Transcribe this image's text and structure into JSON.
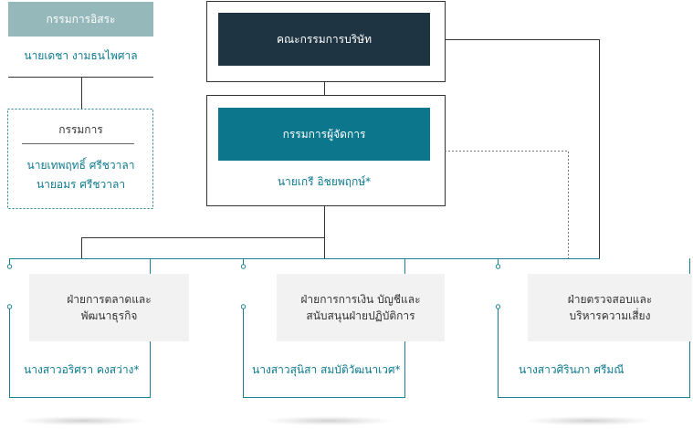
{
  "independent_directors": {
    "title": "กรรมการอิสระ",
    "chairman": "นายเดชา งามธนไพศาล",
    "member_label": "กรรมการ",
    "members": [
      "นายเทพฤทธิ์ ศรีชวาลา",
      "นายอมร ศรีชวาลา"
    ]
  },
  "board": {
    "title": "คณะกรรมการบริษัท"
  },
  "md": {
    "title": "กรรมการผู้จัดการ",
    "name": "นายเกรี อิชยพฤกษ์*"
  },
  "departments": [
    {
      "title_lines": [
        "ฝ่ายการตลาดและ",
        "พัฒนาธุรกิจ"
      ],
      "head": "นางสาวอริศรา คงสว่าง*"
    },
    {
      "title_lines": [
        "ฝ่ายการการเงิน บัญชีและ",
        "สนับสนุนฝ่ายปฏิบัติการ"
      ],
      "head": "นางสาวสุนิสา สมบัติวัฒนาเวศ*"
    },
    {
      "title_lines": [
        "ฝ่ายตรวจสอบและ",
        "บริหารความเสี่ยง"
      ],
      "head": "นางสาวศิรินภา ศรีมณี"
    }
  ],
  "colors": {
    "board_fill": "#1f3442",
    "md_fill": "#0c778c",
    "independent_fill": "#95b8bb",
    "dept_fill": "#f2f2f2",
    "accent_text": "#0d7a8e",
    "line_dark": "#333333",
    "line_teal": "#1e7f92"
  }
}
